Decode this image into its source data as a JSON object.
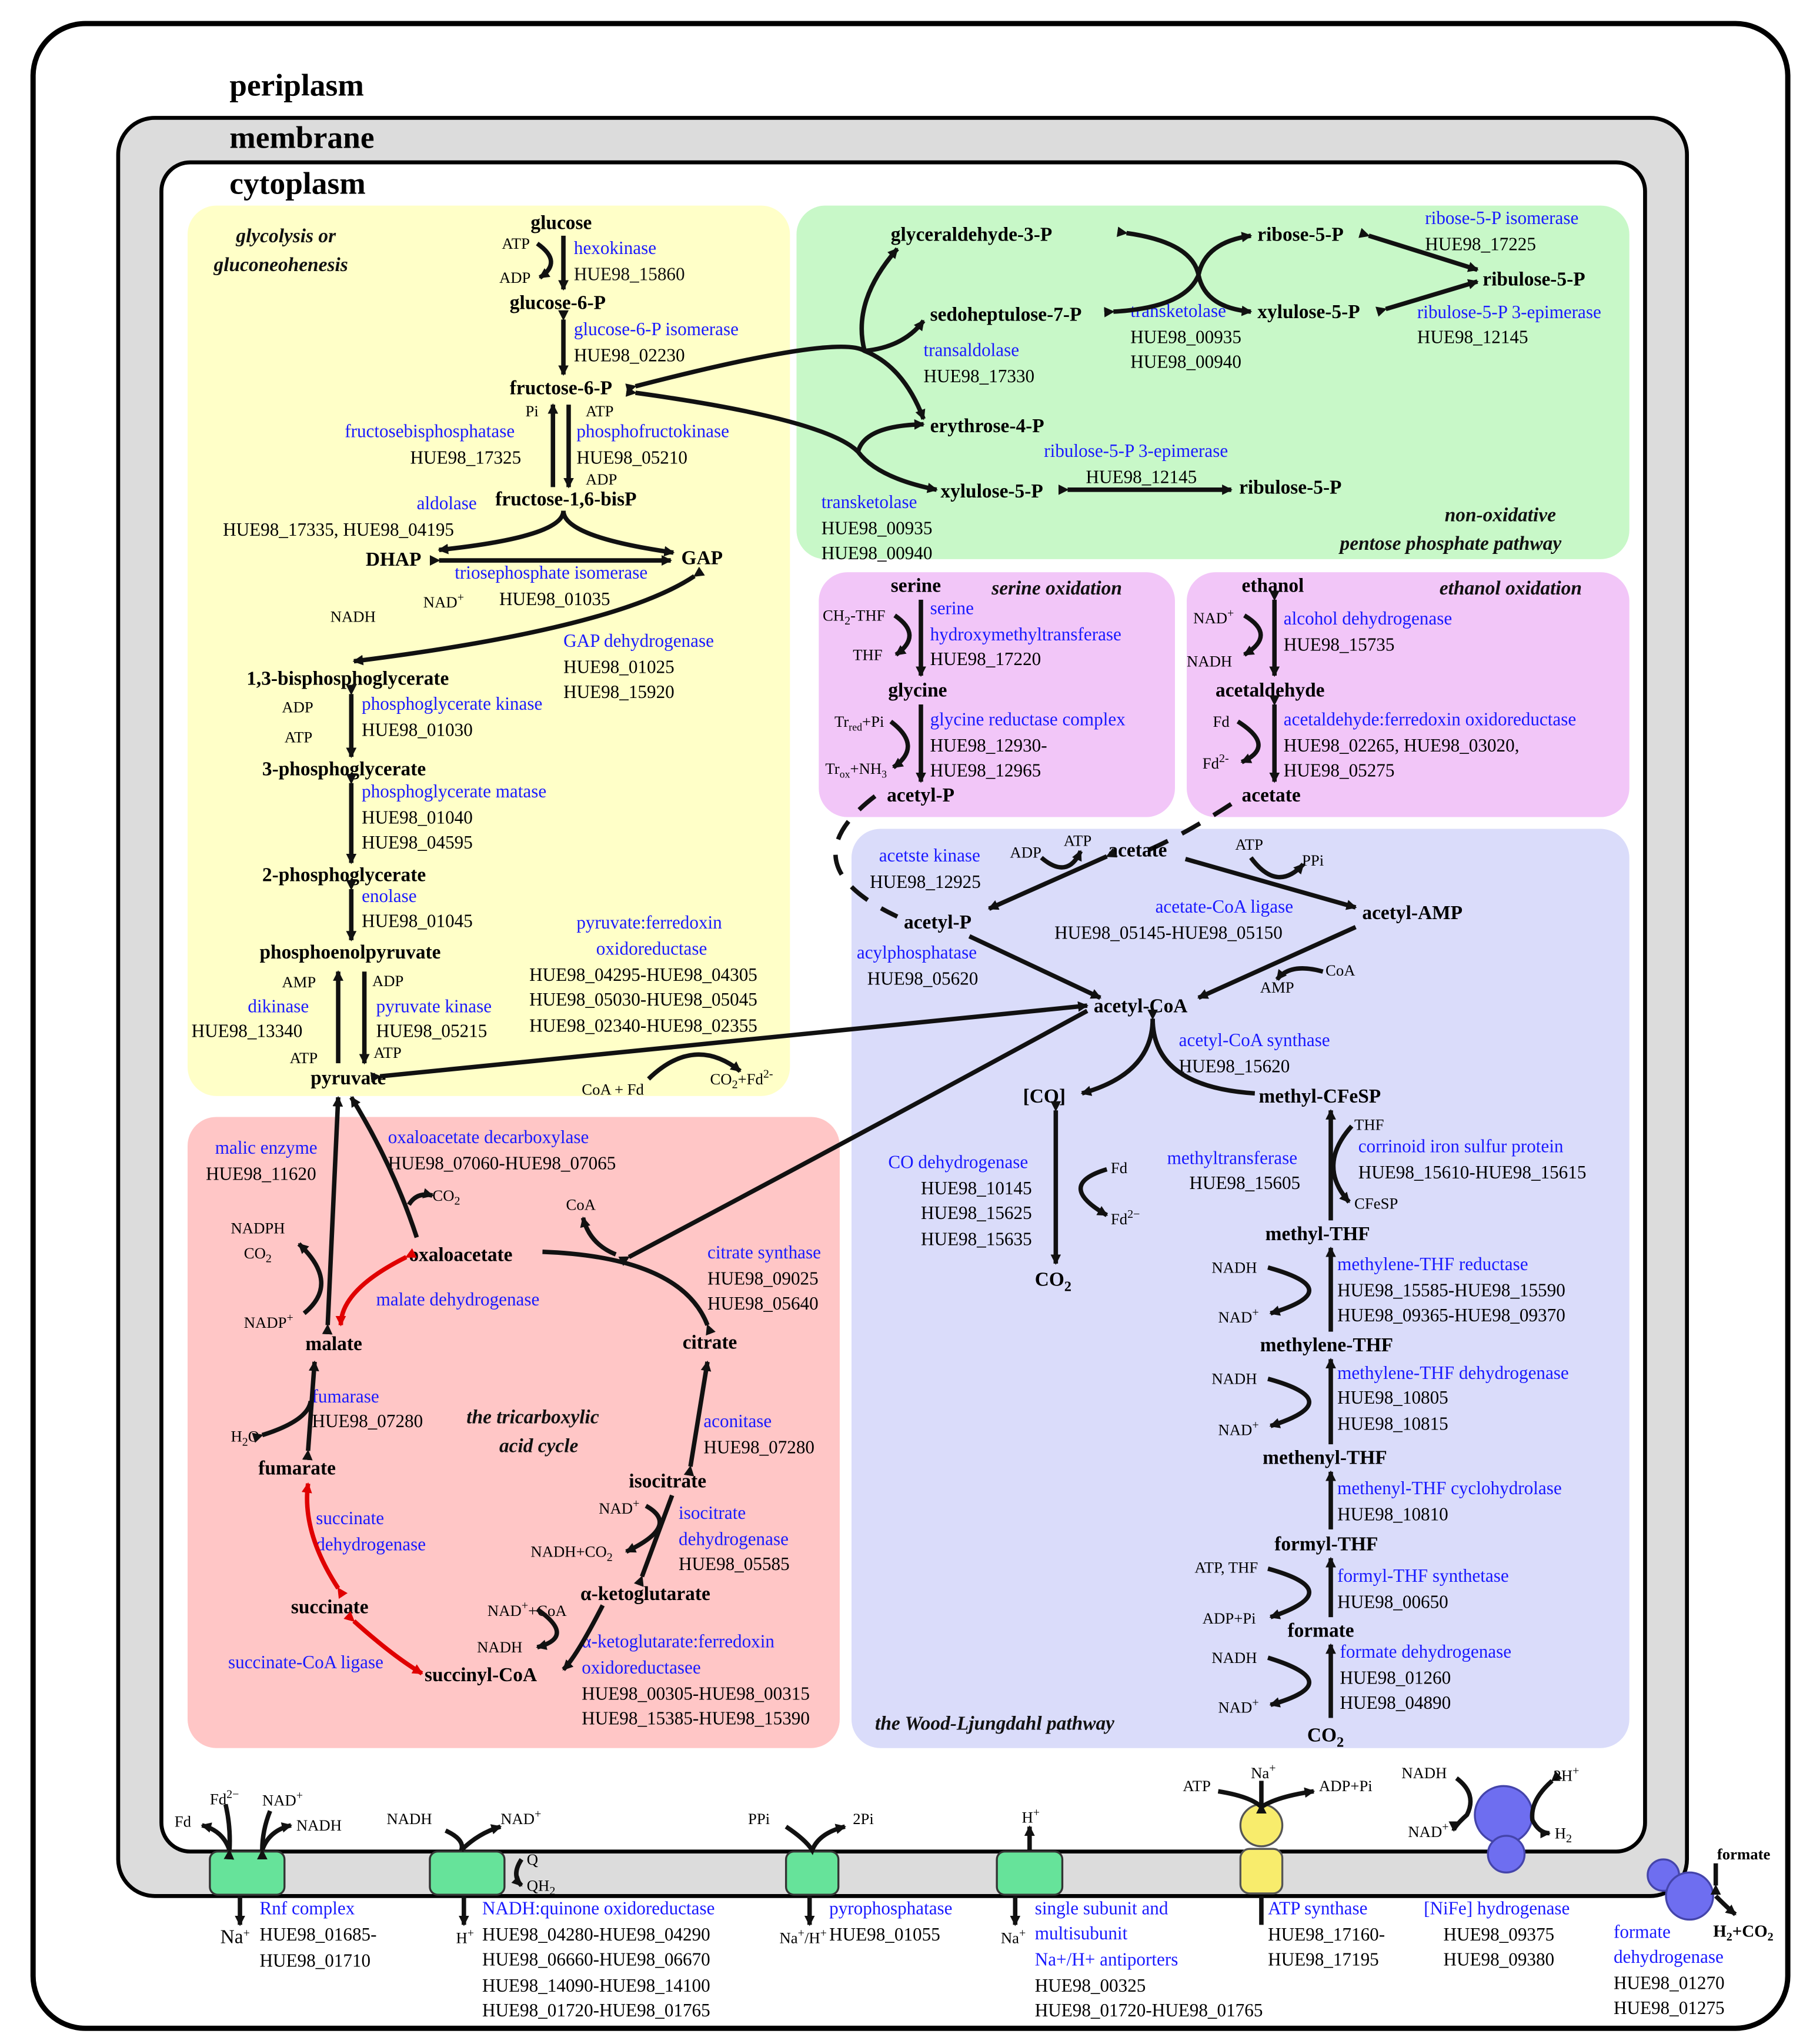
{
  "compartments": {
    "periplasm": "periplasm",
    "membrane": "membrane",
    "cytoplasm": "cytoplasm"
  },
  "colors": {
    "glycolysis": "#ffffc8",
    "ppp": "#c8f8c8",
    "serine": "#f2c6f8",
    "ethanol": "#f2c6f8",
    "tca": "#ffc6c6",
    "wl": "#dadcfa",
    "enzyme_text": "#1a1aff",
    "reaction_red": "#e00000",
    "transporter_green": "#66e39a",
    "atp_synthase_yellow": "#f8ec6c",
    "hydrogenase_blue": "#6e6ef0"
  },
  "pathway_titles": {
    "glycolysis_1": "glycolysis or",
    "glycolysis_2": "gluconeohenesis",
    "ppp_1": "non-oxidative",
    "ppp_2": "pentose phosphate pathway",
    "serine": "serine oxidation",
    "ethanol": "ethanol oxidation",
    "tca_1": "the tricarboxylic",
    "tca_2": "acid cycle",
    "wl": "the Wood-Ljungdahl pathway"
  },
  "metabolites": {
    "glucose": "glucose",
    "g6p": "glucose-6-P",
    "f6p": "fructose-6-P",
    "f16bp": "fructose-1,6-bisP",
    "dhap": "DHAP",
    "gap": "GAP",
    "bpg": "1,3-bisphosphoglycerate",
    "pg3": "3-phosphoglycerate",
    "pg2": "2-phosphoglycerate",
    "pep": "phosphoenolpyruvate",
    "pyruvate": "pyruvate",
    "g3p": "glyceraldehyde-3-P",
    "s7p": "sedoheptulose-7-P",
    "r5p": "ribose-5-P",
    "ru5p": "ribulose-5-P",
    "x5p": "xylulose-5-P",
    "e4p": "erythrose-4-P",
    "x5p_b": "xylulose-5-P",
    "ru5p_b": "ribulose-5-P",
    "serine": "serine",
    "glycine": "glycine",
    "acetylp_ser": "acetyl-P",
    "ethanol": "ethanol",
    "acetaldehyde": "acetaldehyde",
    "acetate_eth": "acetate",
    "acetate": "acetate",
    "acetylp": "acetyl-P",
    "acetylamp": "acetyl-AMP",
    "acetylcoa": "acetyl-CoA",
    "co": "[CO]",
    "co2_a": "CO",
    "methylcfesp": "methyl-CFeSP",
    "methylthf": "methyl-THF",
    "methylenethf": "methylene-THF",
    "methenylthf": "methenyl-THF",
    "formylthf": "formyl-THF",
    "formate": "formate",
    "co2_b": "CO",
    "oxaloacetate": "oxaloacetate",
    "malate": "malate",
    "citrate": "citrate",
    "fumarate": "fumarate",
    "isocitrate": "isocitrate",
    "akg": "α-ketoglutarate",
    "succinate": "succinate",
    "succinylcoa": "succinyl-CoA"
  },
  "enzymes": {
    "hexokinase": "hexokinase",
    "hexokinase_g": "HUE98_15860",
    "g6pi": "glucose-6-P isomerase",
    "g6pi_g": "HUE98_02230",
    "fbpase": "fructosebisphosphatase",
    "fbpase_g": "HUE98_17325",
    "pfk": "phosphofructokinase",
    "pfk_g": "HUE98_05210",
    "aldolase": "aldolase",
    "aldolase_g": "HUE98_17335, HUE98_04195",
    "tpi": "triosephosphate isomerase",
    "tpi_g": "HUE98_01035",
    "gapdh": "GAP dehydrogenase",
    "gapdh_g1": "HUE98_01025",
    "gapdh_g2": "HUE98_15920",
    "pgk": "phosphoglycerate kinase",
    "pgk_g": "HUE98_01030",
    "pgm": "phosphoglycerate matase",
    "pgm_g1": "HUE98_01040",
    "pgm_g2": "HUE98_04595",
    "enolase": "enolase",
    "enolase_g": "HUE98_01045",
    "pfor_1": "pyruvate:ferredoxin",
    "pfor_2": "oxidoreductase",
    "pfor_g1": "HUE98_04295-HUE98_04305",
    "pfor_g2": "HUE98_05030-HUE98_05045",
    "pfor_g3": "HUE98_02340-HUE98_02355",
    "dikinase": "dikinase",
    "dikinase_g": "HUE98_13340",
    "pk": "pyruvate kinase",
    "pk_g": "HUE98_05215",
    "rpi": "ribose-5-P isomerase",
    "rpi_g": "HUE98_17225",
    "tkt": "transketolase",
    "tkt_g1": "HUE98_00935",
    "tkt_g2": "HUE98_00940",
    "rpe": "ribulose-5-P 3-epimerase",
    "rpe_g": "HUE98_12145",
    "tal": "transaldolase",
    "tal_g": "HUE98_17330",
    "rpe2": "ribulose-5-P 3-epimerase",
    "rpe2_g": "HUE98_12145",
    "tkt2": "transketolase",
    "tkt2_g1": "HUE98_00935",
    "tkt2_g2": "HUE98_00940",
    "shmt_1": "serine",
    "shmt_2": "hydroxymethyltransferase",
    "shmt_g": "HUE98_17220",
    "grc": "glycine reductase complex",
    "grc_g1": "HUE98_12930-",
    "grc_g2": "HUE98_12965",
    "adh": "alcohol dehydrogenase",
    "adh_g": "HUE98_15735",
    "aor": "acetaldehyde:ferredoxin oxidoreductase",
    "aor_g1": "HUE98_02265, HUE98_03020,",
    "aor_g2": "HUE98_05275",
    "ack": "acetste kinase",
    "ack_g": "HUE98_12925",
    "acs_lig": "acetate-CoA ligase",
    "acs_lig_g": "HUE98_05145-HUE98_05150",
    "acp": "acylphosphatase",
    "acp_g": "HUE98_05620",
    "acsb": "acetyl-CoA synthase",
    "acsb_g": "HUE98_15620",
    "codh": "CO dehydrogenase",
    "codh_g1": "HUE98_10145",
    "codh_g2": "HUE98_15625",
    "codh_g3": "HUE98_15635",
    "mtr": "methyltransferase",
    "mtr_g": "HUE98_15605",
    "cfesp": "corrinoid iron sulfur protein",
    "cfesp_g": "HUE98_15610-HUE98_15615",
    "mthfr": "methylene-THF reductase",
    "mthfr_g1": "HUE98_15585-HUE98_15590",
    "mthfr_g2": "HUE98_09365-HUE98_09370",
    "mthfd": "methylene-THF dehydrogenase",
    "mthfd_g1": "HUE98_10805",
    "mthfd_g2": "HUE98_10815",
    "mthfc": "methenyl-THF cyclohydrolase",
    "mthfc_g": "HUE98_10810",
    "fths": "formyl-THF synthetase",
    "fths_g": "HUE98_00650",
    "fdh": "formate dehydrogenase",
    "fdh_g1": "HUE98_01260",
    "fdh_g2": "HUE98_04890",
    "me": "malic enzyme",
    "me_g": "HUE98_11620",
    "oad": "oxaloacetate decarboxylase",
    "oad_g": "HUE98_07060-HUE98_07065",
    "cs": "citrate synthase",
    "cs_g1": "HUE98_09025",
    "cs_g2": "HUE98_05640",
    "mdh": "malate dehydrogenase",
    "fum": "fumarase",
    "fum_g": "HUE98_07280",
    "acn": "aconitase",
    "acn_g": "HUE98_07280",
    "icd_1": "isocitrate",
    "icd_2": "dehydrogenase",
    "icd_g": "HUE98_05585",
    "sdh_1": "succinate",
    "sdh_2": "dehydrogenase",
    "kor_1": "α-ketoglutarate:ferredoxin",
    "kor_2": "oxidoreductasee",
    "kor_g1": "HUE98_00305-HUE98_00315",
    "kor_g2": "HUE98_15385-HUE98_15390",
    "scs": "succinate-CoA ligase"
  },
  "cofactors": {
    "atp": "ATP",
    "adp": "ADP",
    "pi": "Pi",
    "nad": "NAD",
    "nadh": "NADH",
    "amp": "AMP",
    "coa": "CoA",
    "co2": "CO",
    "coa_fd": "CoA + Fd",
    "fd": "Fd",
    "ppi": "PPi",
    "ch2thf": "CH",
    "thf": "THF",
    "tr_red": "Tr",
    "tr_ox": "Tr",
    "nh3": "+NH",
    "cfesp": "CFeSP",
    "atp_thf": "ATP, THF",
    "adp_pi": "ADP+Pi",
    "h2o": "H",
    "nadph": "NADPH",
    "nadp": "NADP",
    "nad_coa": "+CoA",
    "nadh_co2": "NADH+CO",
    "q": "Q",
    "qh2": "QH",
    "twopi": "2Pi",
    "h2": "H",
    "twoh": "2H",
    "na": "Na",
    "h": "H",
    "na_h": "/H",
    "formate": "formate",
    "h2co2": "+CO"
  },
  "membrane_complexes": {
    "rnf": "Rnf complex",
    "rnf_g1": "HUE98_01685-",
    "rnf_g2": "HUE98_01710",
    "nuo": "NADH:quinone oxidoreductase",
    "nuo_g1": "HUE98_04280-HUE98_04290",
    "nuo_g2": "HUE98_06660-HUE98_06670",
    "nuo_g3": "HUE98_14090-HUE98_14100",
    "nuo_g4": "HUE98_01720-HUE98_01765",
    "ppa": "pyrophosphatase",
    "ppa_g": "HUE98_01055",
    "nha_1": "single subunit and",
    "nha_2": "multisubunit",
    "nha_3": "Na+/H+ antiporters",
    "nha_g1": "HUE98_00325",
    "nha_g2": "HUE98_01720-HUE98_01765",
    "atps": "ATP synthase",
    "atps_g1": "HUE98_17160-",
    "atps_g2": "HUE98_17195",
    "hyd": "[NiFe] hydrogenase",
    "hyd_g1": "HUE98_09375",
    "hyd_g2": "HUE98_09380",
    "fdh_1": "formate",
    "fdh_2": "dehydrogenase",
    "fdh_g1": "HUE98_01270",
    "fdh_g2": "HUE98_01275"
  }
}
